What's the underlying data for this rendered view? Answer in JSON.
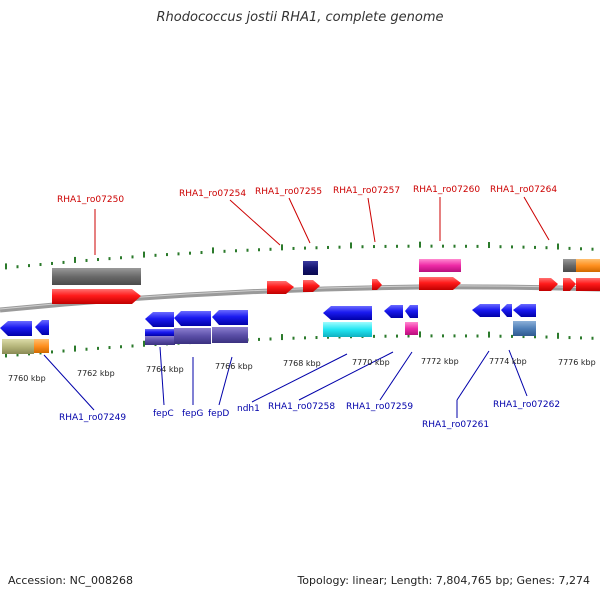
{
  "title": "Rhodococcus jostii RHA1, complete genome",
  "footer": {
    "accession": "Accession: NC_008268",
    "topology": "Topology: linear; Length: 7,804,765 bp; Genes: 7,274"
  },
  "colors": {
    "label_top": "#cc0000",
    "label_bottom": "#0000aa",
    "tick": "#2b7a2b",
    "backbone": "#777777"
  },
  "scale_labels": [
    "7760 kbp",
    "7762 kbp",
    "7764 kbp",
    "7766 kbp",
    "7768 kbp",
    "7770 kbp",
    "7772 kbp",
    "7774 kbp",
    "7776 kbp"
  ],
  "genes_top": [
    "RHA1_ro07250",
    "RHA1_ro07254",
    "RHA1_ro07255",
    "RHA1_ro07257",
    "RHA1_ro07260",
    "RHA1_ro07264"
  ],
  "genes_bottom": [
    "RHA1_ro07249",
    "fepC",
    "fepG",
    "fepD",
    "ndh1",
    "RHA1_ro07258",
    "RHA1_ro07259",
    "RHA1_ro07261",
    "RHA1_ro07262"
  ]
}
